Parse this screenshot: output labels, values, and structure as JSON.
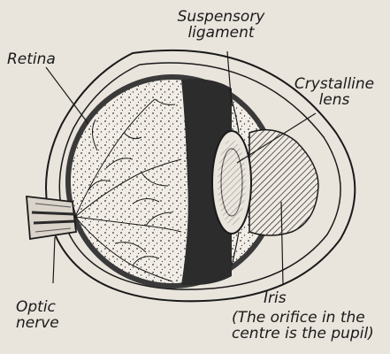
{
  "labels": {
    "suspensory_ligament": [
      "Suspensory",
      "ligament"
    ],
    "retina": "Retina",
    "crystalline_lens": [
      "Crystalline",
      "lens"
    ],
    "optic_nerve": [
      "Optic",
      "nerve"
    ],
    "iris": "Iris",
    "iris_note": [
      "(The orifice in the",
      "centre is the pupil)"
    ]
  }
}
